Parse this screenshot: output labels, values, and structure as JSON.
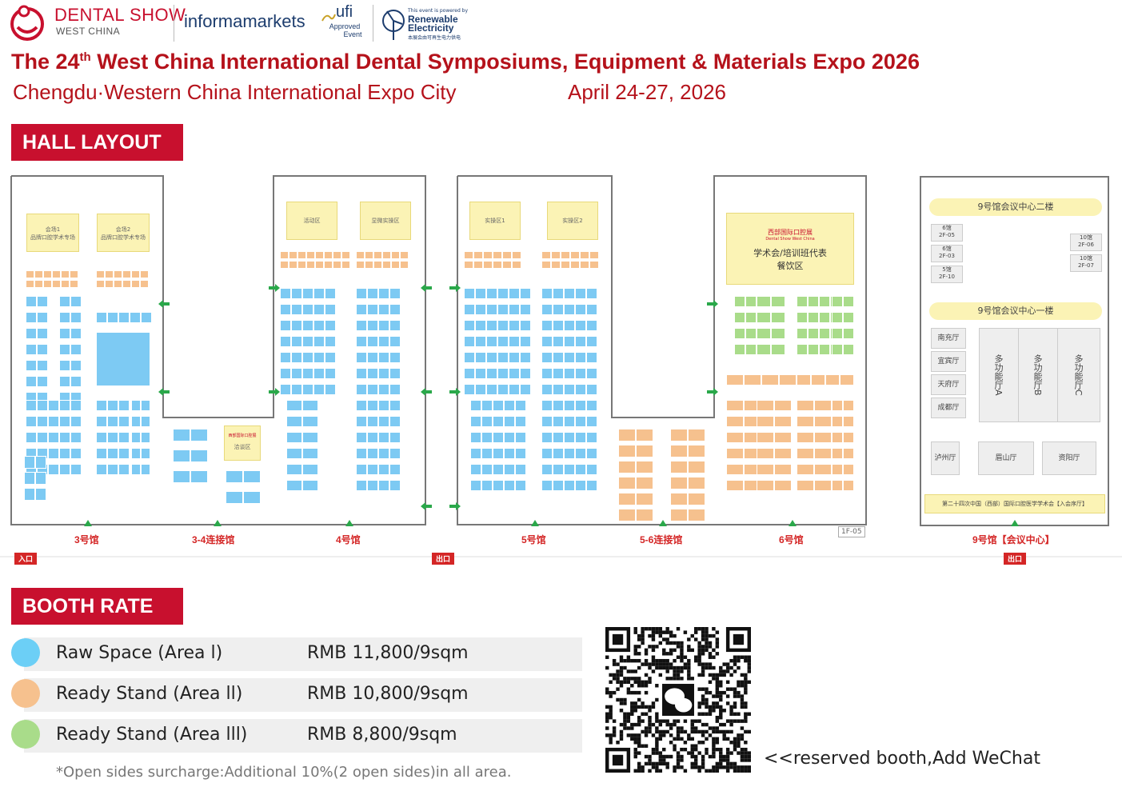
{
  "header": {
    "dental_show_title": "DENTAL SHOW",
    "dental_show_sub": "WEST CHINA",
    "informa": "informamarkets",
    "ufi": "ufi",
    "ufi_sub1": "Approved",
    "ufi_sub2": "Event",
    "renewable_small": "This event is powered by",
    "renewable_big1": "Renewable",
    "renewable_big2": "Electricity",
    "renewable_cn": "本展会由可再生电力供电"
  },
  "title": {
    "prefix": "The 24",
    "sup": "th",
    "rest": " West China International Dental Symposiums, Equipment & Materials Expo 2026",
    "city": "Chengdu·Western China International Expo City",
    "date": "April 24-27, 2026"
  },
  "hall_layout": {
    "heading": "HALL LAYOUT",
    "halls": [
      {
        "label": "3号馆"
      },
      {
        "label": "3-4连接馆"
      },
      {
        "label": "4号馆"
      },
      {
        "label": "5号馆"
      },
      {
        "label": "5-6连接馆"
      },
      {
        "label": "6号馆"
      },
      {
        "label": "9号馆【会议中心】"
      }
    ],
    "entrance": "入口",
    "exit1": "出口",
    "exit2": "出口",
    "hall6_code": "1F-05",
    "zones": {
      "h3_meet1": "会场1",
      "h3_meet1_sub": "品牌口腔学术专场",
      "h3_meet2": "会场2",
      "h3_meet2_sub": "品牌口腔学术专场",
      "h4_activity": "活动区",
      "h4_practice": "显微实操区",
      "h5_practice1": "实操区1",
      "h5_practice2": "实操区2",
      "h34_zone": "西部国际口腔展",
      "h34_zone2": "洽谈区",
      "h6_logo": "西部国际口腔展",
      "h6_logo_en": "Dental Show West China",
      "h6_zone_line1": "学术会/培训班代表",
      "h6_zone_line2": "餐饮区"
    },
    "hall9": {
      "floor2": "9号馆会议中心二楼",
      "floor1": "9号馆会议中心一楼",
      "rooms_2f": [
        "6馆\n2F-05",
        "6馆\n2F-03",
        "5馆\n2F-10",
        "10馆\n2F-06",
        "10馆\n2F-07"
      ],
      "rooms_1f_left": [
        "南充厅",
        "宜宾厅",
        "天府厅",
        "成都厅"
      ],
      "multi": [
        "多功能厅A",
        "多功能厅B",
        "多功能厅C"
      ],
      "rooms_bottom": [
        "泸州厅",
        "眉山厅",
        "资阳厅"
      ],
      "banner": "第二十四次中国（西部）国际口腔医学学术会【入会序厅】"
    }
  },
  "booth_rate": {
    "heading": "BOOTH RATE",
    "rows": [
      {
        "name": "Raw Space (Area l)",
        "price": "RMB 11,800/9sqm",
        "color": "#6ccff6"
      },
      {
        "name": "Ready Stand (Area ll)",
        "price": "RMB 10,800/9sqm",
        "color": "#f6c18e"
      },
      {
        "name": "Ready Stand (Area lll)",
        "price": "RMB 8,800/9sqm",
        "color": "#a9dc8a"
      }
    ],
    "note": "*Open sides surcharge:Additional 10%(2 open sides)in all area.",
    "wechat": "<<reserved booth,Add WeChat"
  },
  "colors": {
    "brand_red": "#c8102e",
    "title_red": "#b5121b",
    "raw": "#7dcaf3",
    "ready2": "#f6c18e",
    "ready3": "#a9dc8a"
  }
}
